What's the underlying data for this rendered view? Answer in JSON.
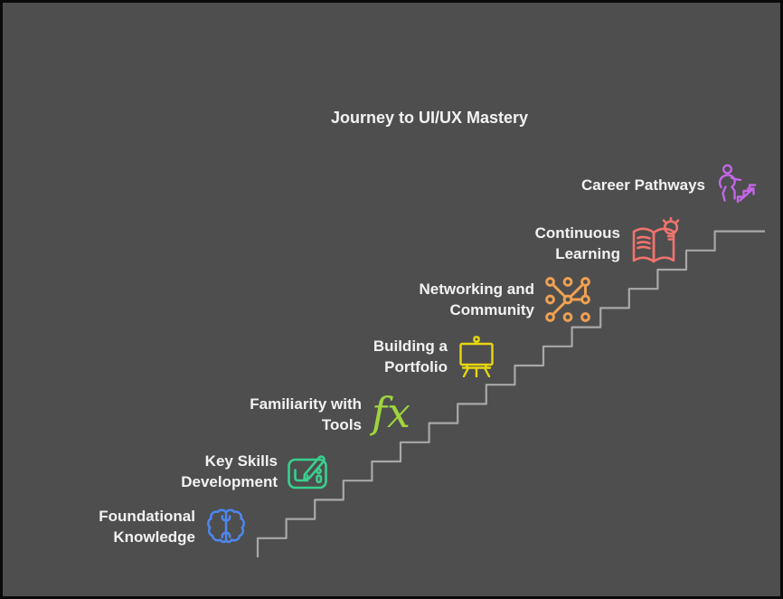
{
  "title": "Journey to UI/UX Mastery",
  "colors": {
    "background": "#4e4e4e",
    "border": "#0a0a0a",
    "text": "#f2f2f2",
    "stairs": "#a8a8a8"
  },
  "steps": [
    {
      "line1": "Foundational",
      "line2": "Knowledge",
      "icon": "brain-icon",
      "color": "#4d87f0"
    },
    {
      "line1": "Key Skills",
      "line2": "Development",
      "icon": "design-tablet-icon",
      "color": "#38d18e"
    },
    {
      "line1": "Familiarity with",
      "line2": "Tools",
      "icon": "function-fx-icon",
      "color": "#9fd43e",
      "icon_text": "fx"
    },
    {
      "line1": "Building a",
      "line2": "Portfolio",
      "icon": "easel-icon",
      "color": "#e8d70f"
    },
    {
      "line1": "Networking and",
      "line2": "Community",
      "icon": "network-icon",
      "color": "#f0a152"
    },
    {
      "line1": "Continuous",
      "line2": "Learning",
      "icon": "book-lightbulb-icon",
      "color": "#f1736d"
    },
    {
      "line1": "Career Pathways",
      "line2": "",
      "icon": "person-climbing-icon",
      "color": "#c366e8"
    }
  ]
}
